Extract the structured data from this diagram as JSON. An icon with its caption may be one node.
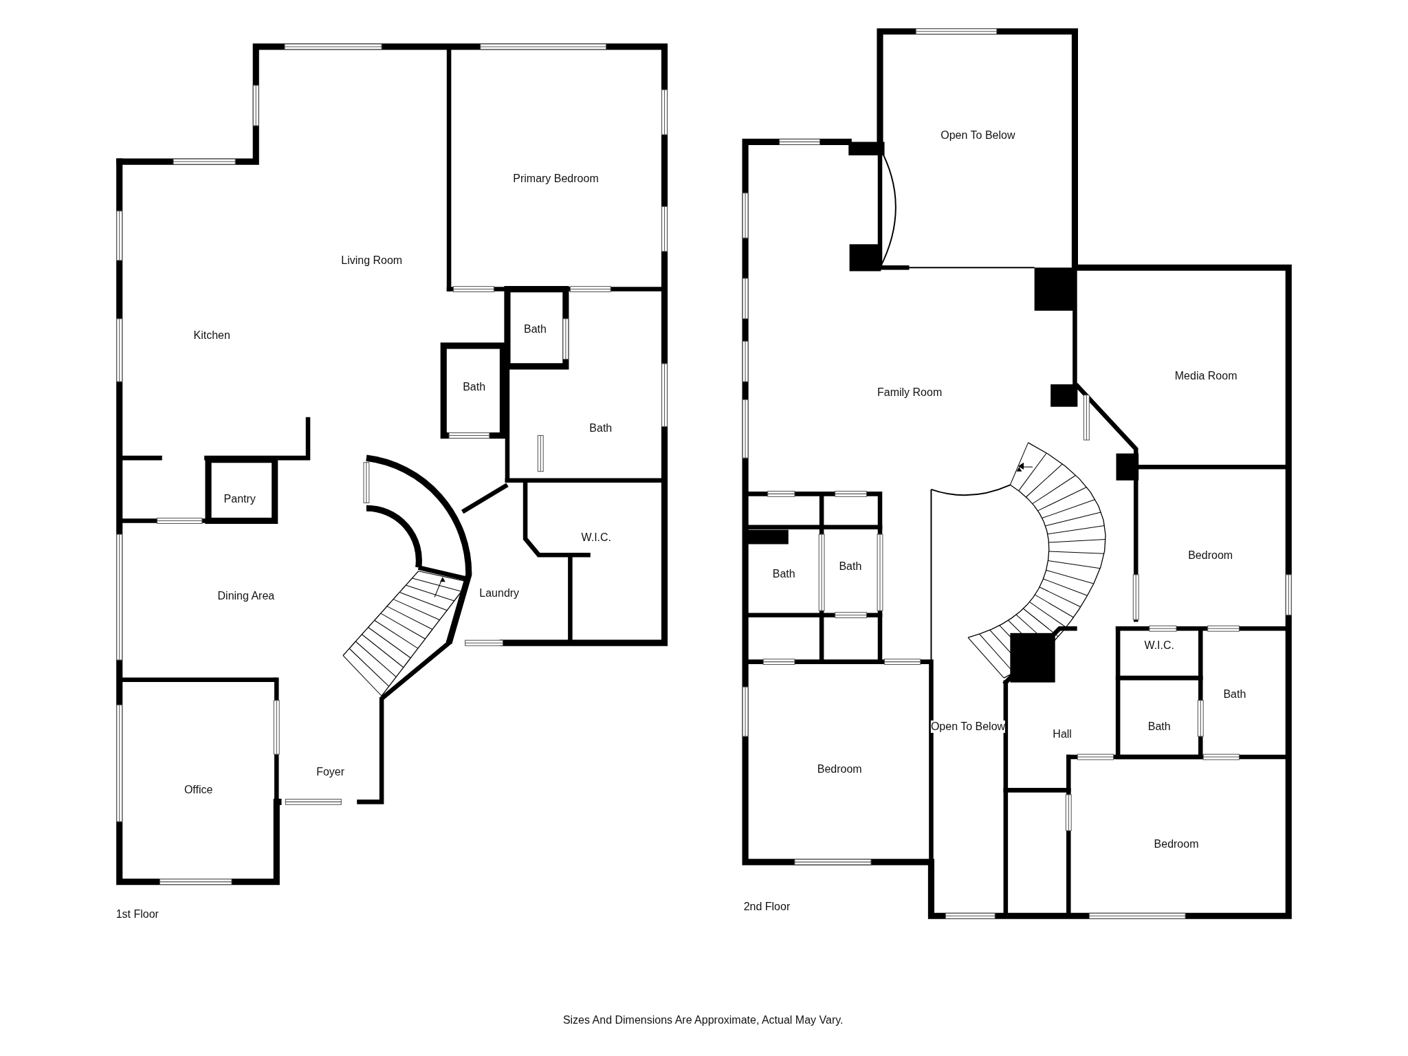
{
  "diagram": {
    "caption": "Sizes And Dimensions Are Approximate, Actual May Vary.",
    "labels": [
      "Primary Bedroom",
      "Living Room",
      "Bath",
      "Kitchen",
      "Bath",
      "Bath",
      "Pantry",
      "W.I.C.",
      "Laundry",
      "Dining Area",
      "Foyer",
      "Office",
      "1st Floor",
      "Open To Below",
      "Media Room",
      "Family Room",
      "Bedroom",
      "Bath",
      "Bath",
      "W.I.C.",
      "Bath",
      "Open To Below",
      "Bath",
      "Hall",
      "Bedroom",
      "Bedroom",
      "2nd Floor"
    ]
  }
}
